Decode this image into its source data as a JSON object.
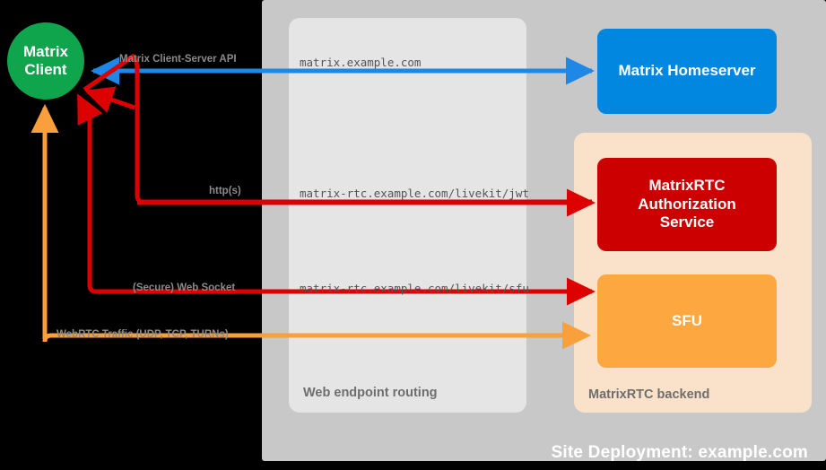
{
  "site": {
    "title": "Site Deployment: example.com",
    "backdrop_color": "#c8c8c8"
  },
  "panels": {
    "routing": {
      "title": "Web endpoint routing",
      "color": "#e8e8e8"
    },
    "backend": {
      "title": "MatrixRTC backend",
      "color": "#fde4ca"
    }
  },
  "nodes": {
    "client": {
      "line1": "Matrix",
      "line2": "Client",
      "color": "#0fa54c"
    },
    "homeserver": {
      "label": "Matrix Homeserver",
      "color": "#0287e0"
    },
    "auth": {
      "line1": "MatrixRTC",
      "line2": "Authorization",
      "line3": "Service",
      "color": "#cc0000"
    },
    "sfu": {
      "label": "SFU",
      "color": "#fca73f"
    }
  },
  "edges": [
    {
      "id": "cs-api",
      "label": "Matrix Client-Server API",
      "url": "matrix.example.com",
      "color": "#1f87e5",
      "direction": "bidirectional",
      "from": "client",
      "to": "homeserver"
    },
    {
      "id": "https",
      "label": "http(s)",
      "url": "matrix-rtc.example.com/livekit/jwt",
      "color": "#dd0000",
      "direction": "bidirectional",
      "from": "client",
      "to": "auth"
    },
    {
      "id": "websocket",
      "label": "(Secure) Web Socket",
      "url": "matrix-rtc.example.com/livekit/sfu",
      "color": "#dd0000",
      "direction": "bidirectional",
      "from": "client",
      "to": "sfu"
    },
    {
      "id": "webrtc",
      "label": "WebRTC Traffic (UDP, TCP, TURNs)",
      "url": "",
      "color": "#f9a03c",
      "direction": "bidirectional",
      "from": "client",
      "to": "sfu"
    }
  ]
}
